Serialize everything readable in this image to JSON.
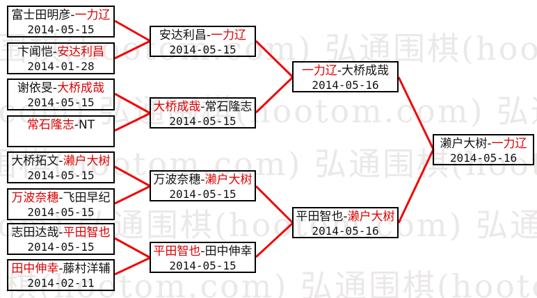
{
  "watermark": {
    "row_text": "弘通围棋(hootom.com) 弘通围棋(hootom.com) 弘通围棋(hootom.com) 弘通围棋(hootom.com)"
  },
  "colors": {
    "red_text": "#dd0000",
    "line_red": "#f00505",
    "border_black": "#000000",
    "watermark_gray": "#ebe8e8"
  },
  "bracket": {
    "round1": [
      {
        "seg1": "富士田明彦-",
        "seg1_color": "black",
        "seg2": "一力辽",
        "seg2_color": "red",
        "date": "2014-05-15"
      },
      {
        "seg1": "卞闻恺-",
        "seg1_color": "black",
        "seg2": "安达利昌",
        "seg2_color": "red",
        "date": "2014-01-28"
      },
      {
        "seg1": "谢依旻-",
        "seg1_color": "black",
        "seg2": "大桥成哉",
        "seg2_color": "red",
        "date": "2014-05-15"
      },
      {
        "seg1": "常石隆志",
        "seg1_color": "red",
        "seg2": "-NT",
        "seg2_color": "black",
        "date": ""
      },
      {
        "seg1": "大桥拓文-",
        "seg1_color": "black",
        "seg2": "濑户大树",
        "seg2_color": "red",
        "date": "2014-05-15"
      },
      {
        "seg1": "万波奈穗",
        "seg1_color": "red",
        "seg2": "-飞田早纪",
        "seg2_color": "black",
        "date": "2014-05-15"
      },
      {
        "seg1": "志田达哉-",
        "seg1_color": "black",
        "seg2": "平田智也",
        "seg2_color": "red",
        "date": "2014-05-15"
      },
      {
        "seg1": "田中伸幸",
        "seg1_color": "red",
        "seg2": "-藤村洋辅",
        "seg2_color": "black",
        "date": "2014-02-11"
      }
    ],
    "round2": [
      {
        "seg1": "安达利昌-",
        "seg1_color": "black",
        "seg2": "一力辽",
        "seg2_color": "red",
        "date": "2014-05-15"
      },
      {
        "seg1": "大桥成哉",
        "seg1_color": "red",
        "seg2": "-常石隆志",
        "seg2_color": "black",
        "date": "2014-05-15"
      },
      {
        "seg1": "万波奈穗-",
        "seg1_color": "black",
        "seg2": "濑户大树",
        "seg2_color": "red",
        "date": "2014-05-15"
      },
      {
        "seg1": "平田智也",
        "seg1_color": "red",
        "seg2": "-田中伸幸",
        "seg2_color": "black",
        "date": "2014-05-15"
      }
    ],
    "semifinal": [
      {
        "seg1": "一力辽",
        "seg1_color": "red",
        "seg2": "-大桥成哉",
        "seg2_color": "black",
        "date": "2014-05-16"
      },
      {
        "seg1": "平田智也-",
        "seg1_color": "black",
        "seg2": "濑户大树",
        "seg2_color": "red",
        "date": "2014-05-16"
      }
    ],
    "final": [
      {
        "seg1": "濑户大树-",
        "seg1_color": "black",
        "seg2": "一力辽",
        "seg2_color": "red",
        "date": "2014-05-16"
      }
    ]
  }
}
